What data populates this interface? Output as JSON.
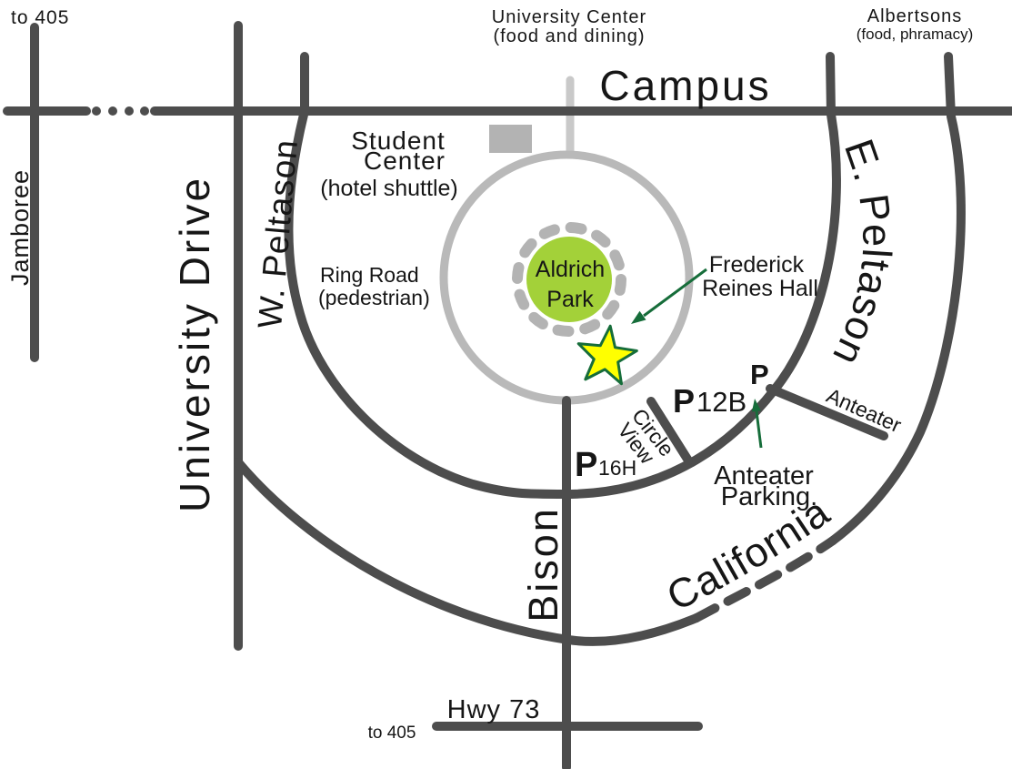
{
  "colors": {
    "road": "#4d4d4d",
    "ring_road": "#b9b9b9",
    "spur": "#c9c9c9",
    "building": "#b3b3b3",
    "park_green": "#a3d139",
    "star_fill": "#ffff00",
    "green": "#166d3a",
    "text": "#161616"
  },
  "roads": {
    "campus": "Campus",
    "jamboree": "Jamboree",
    "university_drive": "University Drive",
    "w_peltason": "W. Peltason",
    "e_peltason": "E. Peltason",
    "bison": "Bison",
    "california": "California",
    "anteater": "Anteater",
    "circle_view_line1": "Circle",
    "circle_view_line2": "View",
    "hwy_73": "Hwy 73",
    "to_405_top": "to 405",
    "to_405_bottom": "to 405",
    "ring_road_line1": "Ring Road",
    "ring_road_line2": "(pedestrian)"
  },
  "places": {
    "university_center_line1": "University Center",
    "university_center_line2": "(food and dining)",
    "albertsons_line1": "Albertsons",
    "albertsons_line2": "(food, phramacy)",
    "student_center_line1": "Student",
    "student_center_line2": "Center",
    "student_center_line3": "(hotel shuttle)",
    "aldrich_park_line1": "Aldrich",
    "aldrich_park_line2": "Park",
    "frederick_reines_line1": "Frederick",
    "frederick_reines_line2": "Reines Hall"
  },
  "parking": {
    "p_symbol": "P",
    "lot_12b": "12B",
    "lot_16h": "16H",
    "anteater_parking_line1": "Anteater",
    "anteater_parking_line2": "Parking."
  }
}
